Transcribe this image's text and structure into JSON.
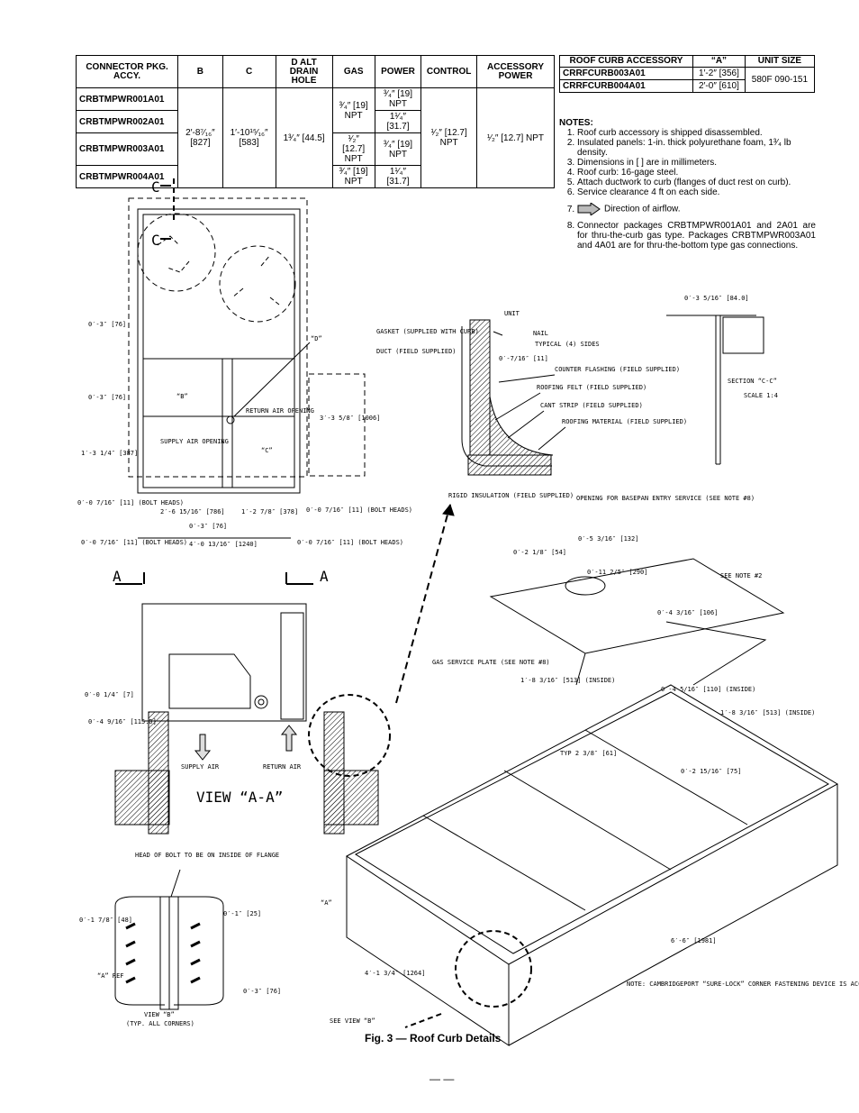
{
  "connector_table": {
    "headers": [
      "CONNECTOR PKG. ACCY.",
      "B",
      "C",
      "D ALT DRAIN HOLE",
      "GAS",
      "POWER",
      "CONTROL",
      "ACCESSORY POWER"
    ],
    "packages": [
      "CRBTMPWR001A01",
      "CRBTMPWR002A01",
      "CRBTMPWR003A01",
      "CRBTMPWR004A01"
    ],
    "b": "2′-8⁷⁄₁₆″ [827]",
    "c": "1′-10¹⁵⁄₁₆″ [583]",
    "d": "1³⁄₄″ [44.5]",
    "gas_1": "³⁄₄″ [19] NPT",
    "gas_2": "¹⁄₂″ [12.7] NPT",
    "gas_3": "³⁄₄″ [19] NPT",
    "power_1": "³⁄₄″ [19] NPT",
    "power_2": "1¹⁄₄″ [31.7]",
    "power_3": "³⁄₄″ [19] NPT",
    "power_4": "1¹⁄₄″ [31.7]",
    "control": "¹⁄₂″ [12.7] NPT",
    "accessory_power": "¹⁄₂″ [12.7] NPT"
  },
  "curb_table": {
    "headers": [
      "ROOF CURB ACCESSORY",
      "“A”",
      "UNIT SIZE"
    ],
    "rows": [
      {
        "accessory": "CRRFCURB003A01",
        "a": "1′-2″ [356]"
      },
      {
        "accessory": "CRRFCURB004A01",
        "a": "2′-0″ [610]"
      }
    ],
    "unit_size": "580F 090-151"
  },
  "notes": {
    "heading": "NOTES:",
    "items": [
      "Roof curb accessory is shipped disassembled.",
      "Insulated panels: 1-in. thick polyurethane foam, 1³⁄₄ lb density.",
      "Dimensions in [ ] are in millimeters.",
      "Roof curb: 16-gage steel.",
      "Attach ductwork to curb (flanges of duct rest on curb).",
      "Service clearance 4 ft on each side.",
      "Direction of airflow.",
      "Connector packages CRBTMPWR001A01 and 2A01 are for thru-the-curb gas type. Packages CRBTMPWR003A01 and 4A01 are for thru-the-bottom type gas connections."
    ]
  },
  "drawing": {
    "section_c_letter": "C",
    "a_letter": "A",
    "d_label": "“D”",
    "b_label": "“B”",
    "c_label": "“C”",
    "return_air_opening": "RETURN AIR OPENING",
    "supply_air_opening": "SUPPLY AIR OPENING",
    "dim_0_3": "0′-3″ [76]",
    "dim_1_3_14": "1′-3 1/4″ [387]",
    "dim_3_3_58": "3′-3 5/8″ [1006]",
    "dim_bolt_heads": "0′-0 7/16″ [11] (BOLT HEADS)",
    "dim_2_6": "2′-6 15/16″ [786]",
    "dim_1_2_78": "1′-2 7/8″ [378]",
    "dim_0_3_mid": "0′-3″ [76]",
    "dim_4_0": "4′-0 13/16″ [1240]",
    "gasket": "GASKET (SUPPLIED WITH CURB)",
    "unit": "UNIT",
    "nail": "NAIL",
    "duct": "DUCT (FIELD SUPPLIED)",
    "typical_sides": "TYPICAL (4) SIDES",
    "dim_0_7_16": "0′-7/16″ [11]",
    "counter_flashing": "COUNTER FLASHING (FIELD SUPPLIED)",
    "roofing_felt": "ROOFING FELT (FIELD SUPPLIED)",
    "cant_strip": "CANT STRIP (FIELD SUPPLIED)",
    "roofing_material": "ROOFING MATERIAL (FIELD SUPPLIED)",
    "rigid_insulation": "RIGID INSULATION (FIELD SUPPLIED)",
    "section_cc_dim": "0′-3 5/16″ [84.0]",
    "section_cc": "SECTION “C-C”",
    "section_scale": "SCALE 1:4",
    "opening_basepan": "OPENING FOR BASEPAN ENTRY SERVICE (SEE NOTE #8)",
    "dim_0_5_316": "0′-5 3/16″ [132]",
    "dim_0_2_18": "0′-2 1/8″ [54]",
    "dim_0_11": "0′-11 2/5″ [290]",
    "see_note_2": "SEE NOTE #2",
    "dim_0_4_316": "0′-4 3/16″ [106]",
    "gas_service": "GAS SERVICE PLATE (SEE NOTE #8)",
    "dim_1_8_316_a": "1′-8 3/16″ [513] (INSIDE)",
    "dim_0_4_516": "0′-4 5/16″ [110] (INSIDE)",
    "dim_1_8_316_b": "1′-8 3/16″ [513] (INSIDE)",
    "dim_typ": "TYP 2 3/8″ [61]",
    "dim_0_2_1516": "0′-2 15/16″ [75]",
    "dim_0_14": "0′-0 1/4″ [7]",
    "dim_0_4_916": "0′-4 9/16″ [115.5]",
    "supply_air": "SUPPLY AIR",
    "return_air": "RETURN AIR",
    "view_aa": "VIEW “A-A”",
    "head_of_bolt": "HEAD OF BOLT TO BE ON INSIDE OF FLANGE",
    "dim_0_1_78": "0′-1 7/8″ [48]",
    "dim_0_1": "0′-1″ [25]",
    "a_ref": "“A” REF",
    "dim_0_3_b": "0′-3″ [76]",
    "view_b": "VIEW “B”",
    "view_b_sub": "(TYP. ALL CORNERS)",
    "a_label": "“A”",
    "dim_4_1": "4′-1 3/4″ [1264]",
    "dim_6_6": "6′-6″ [1981]",
    "note_cambridge": "NOTE: CAMBRIDGEPORT “SURE-LOCK” CORNER FASTENING DEVICE IS ACCEPTABLE ALTERNATE CONSTRUCTION.",
    "see_view_b": "SEE VIEW “B”"
  },
  "caption": "Fig. 3 — Roof Curb Details",
  "page_number": "— —"
}
